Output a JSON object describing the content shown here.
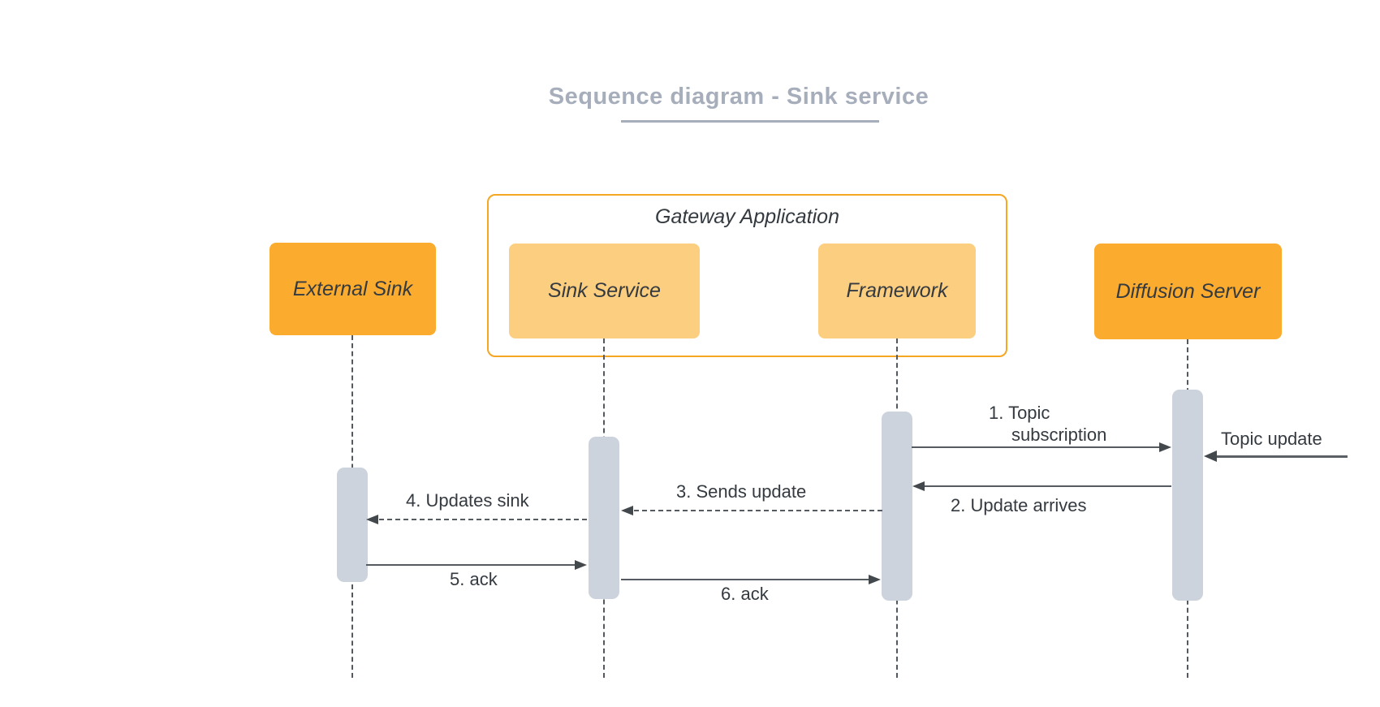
{
  "diagram": {
    "title": "Sequence diagram - Sink service",
    "container": {
      "label": "Gateway Application"
    },
    "actors": [
      {
        "name": "External Sink",
        "shade": "dark"
      },
      {
        "name": "Sink Service",
        "shade": "light",
        "inside_container": true
      },
      {
        "name": "Framework",
        "shade": "light",
        "inside_container": true
      },
      {
        "name": "Diffusion Server",
        "shade": "dark"
      }
    ],
    "messages": [
      {
        "order": "1",
        "text": "1. Topic subscription",
        "line1": "1. Topic",
        "line2": "subscription",
        "from": "Framework",
        "to": "Diffusion Server",
        "style": "solid",
        "direction": "right"
      },
      {
        "order": "",
        "text": "Topic update",
        "from": "outside-right",
        "to": "Diffusion Server",
        "style": "solid-bold",
        "direction": "left"
      },
      {
        "order": "2",
        "text": "2. Update arrives",
        "from": "Diffusion Server",
        "to": "Framework",
        "style": "solid",
        "direction": "left"
      },
      {
        "order": "3",
        "text": "3. Sends update",
        "from": "Framework",
        "to": "Sink Service",
        "style": "dashed",
        "direction": "left"
      },
      {
        "order": "4",
        "text": "4. Updates sink",
        "from": "Sink Service",
        "to": "External Sink",
        "style": "dashed",
        "direction": "left"
      },
      {
        "order": "5",
        "text": "5. ack",
        "from": "External Sink",
        "to": "Sink Service",
        "style": "solid",
        "direction": "right"
      },
      {
        "order": "6",
        "text": "6. ack",
        "from": "Sink Service",
        "to": "Framework",
        "style": "solid",
        "direction": "right"
      }
    ],
    "colors": {
      "actor-dark": "#FBAC2E",
      "actor-light": "#FCCE80",
      "container-border": "#F5A623",
      "activation": "#CDD3DC",
      "line": "#565B61",
      "arrowhead": "#43484D",
      "text": "#343A40",
      "title": "#A7AEBB",
      "lifeline": "#54595F"
    }
  }
}
